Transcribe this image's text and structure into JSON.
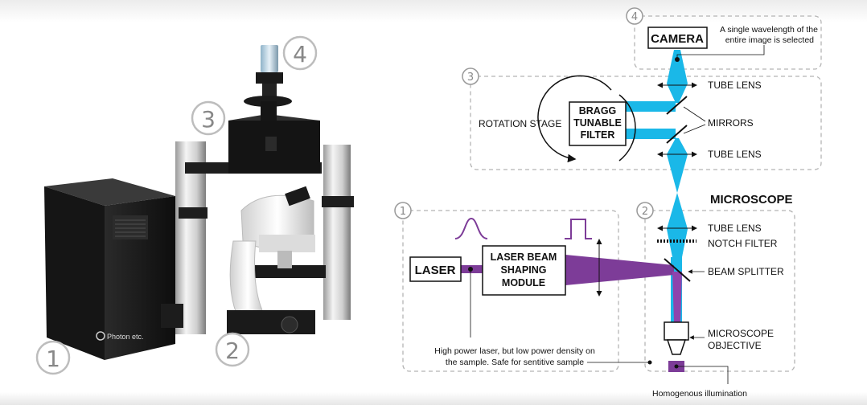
{
  "photo": {
    "brand": "Photon etc.",
    "callouts": [
      "1",
      "2",
      "3",
      "4"
    ]
  },
  "diagram": {
    "section_numbers": [
      "1",
      "2",
      "3",
      "4"
    ],
    "camera": "CAMERA",
    "camera_note_line1": "A single wavelength of the",
    "camera_note_line2": "entire image is selected",
    "bragg_line1": "BRAGG",
    "bragg_line2": "TUNABLE",
    "bragg_line3": "FILTER",
    "rotation_stage": "ROTATION STAGE",
    "tube_lens": "TUBE LENS",
    "mirrors": "MIRRORS",
    "microscope": "MICROSCOPE",
    "notch_filter": "NOTCH FILTER",
    "beam_splitter": "BEAM SPLITTER",
    "objective_line1": "MICROSCOPE",
    "objective_line2": "OBJECTIVE",
    "laser": "LASER",
    "shaping_line1": "LASER BEAM",
    "shaping_line2": "SHAPING",
    "shaping_line3": "MODULE",
    "laser_note_line1": "High power laser, but low power density on",
    "laser_note_line2": "the sample. Safe for sentitive sample",
    "homogenous": "Homogenous illumination"
  },
  "colors": {
    "beam_blue": "#1ab8e8",
    "beam_purple": "#7d3c98"
  }
}
